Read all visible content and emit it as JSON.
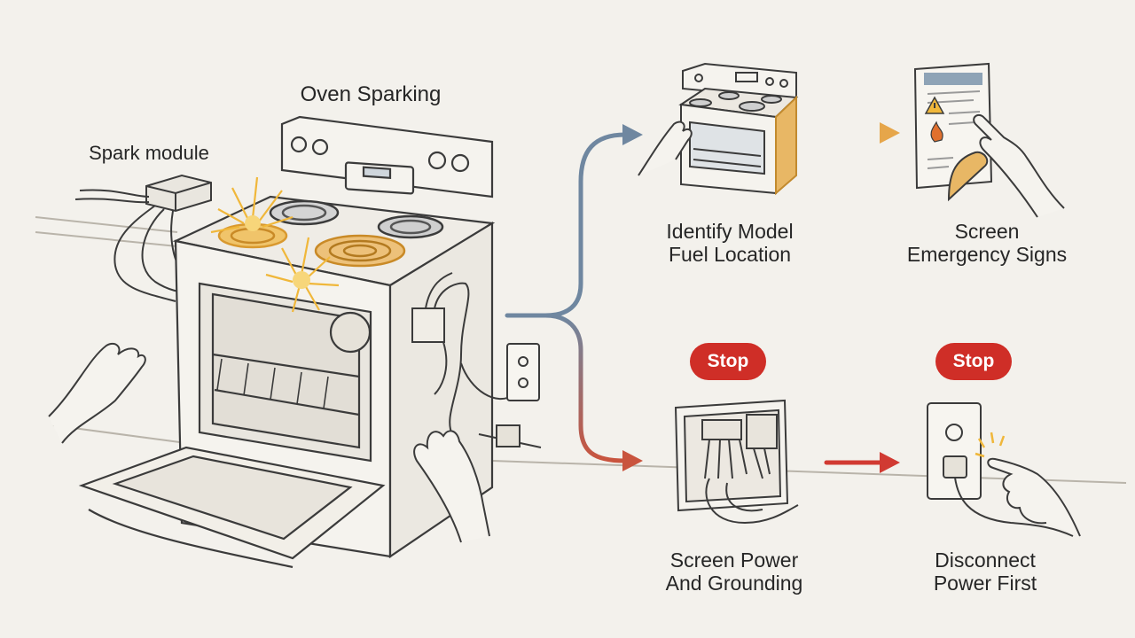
{
  "title": "Oven Sparking",
  "spark_module_label": "Spark module",
  "steps": {
    "identify": {
      "line1": "Identify Model",
      "line2": "Fuel Location"
    },
    "emergency": {
      "line1": "Screen",
      "line2": "Emergency Signs"
    },
    "power": {
      "line1": "Screen Power",
      "line2": "And Grounding",
      "badge": "Stop"
    },
    "disconnect": {
      "line1": "Disconnect",
      "line2": "Power First",
      "badge": "Stop"
    }
  },
  "colors": {
    "background": "#f3f1ec",
    "flow_blue": "#6f87a0",
    "flow_red": "#c9543e",
    "arrow_orange": "#e6a64a",
    "arrow_red": "#d13a32",
    "stop_badge": "#cf2e27",
    "spark": "#f0b73a",
    "line": "#3b3b3b"
  },
  "icons": [
    "spark-icon",
    "oven-icon",
    "manual-icon",
    "warning-icon",
    "fire-icon",
    "hand-icon",
    "junction-box-icon",
    "outlet-icon",
    "plug-icon"
  ]
}
